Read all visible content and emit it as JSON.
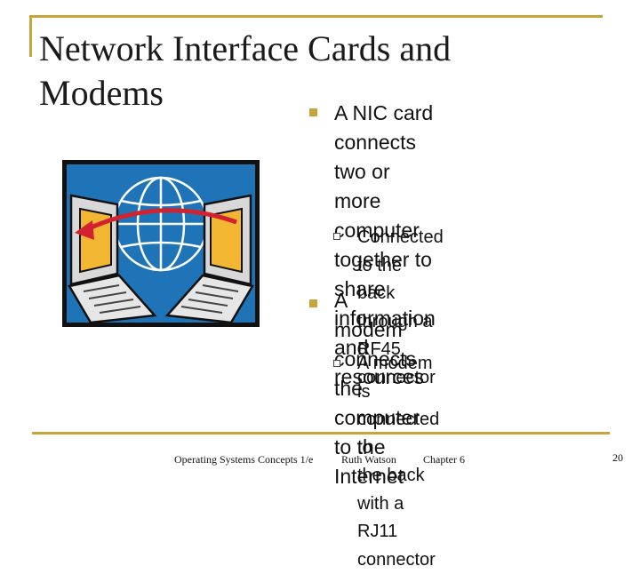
{
  "slide": {
    "title_line1": "Network Interface Cards and",
    "title_line2": "Modems",
    "bullets": [
      {
        "lines": [
          "A NIC card connects two or",
          "more computer together to",
          "share information and",
          "resources"
        ],
        "sub": {
          "lines": [
            "Connected to the back",
            "through a RF45 connector"
          ]
        }
      },
      {
        "lines": [
          "A modem connects the",
          "computer to the Internet"
        ],
        "sub": {
          "lines": [
            "A modem is connected to",
            "the back with a RJ11",
            "connector"
          ]
        }
      }
    ],
    "footer": {
      "course": "Operating Systems Concepts 1/e",
      "author": "Ruth Watson",
      "chapter": "Chapter 6",
      "page": "20"
    },
    "illustration": {
      "icon": "networked-computers-globe-icon"
    },
    "colors": {
      "accent": "#c8a43a",
      "globe_bg": "#1f74b8",
      "screen": "#f2b632",
      "arrow": "#d2222f"
    }
  }
}
